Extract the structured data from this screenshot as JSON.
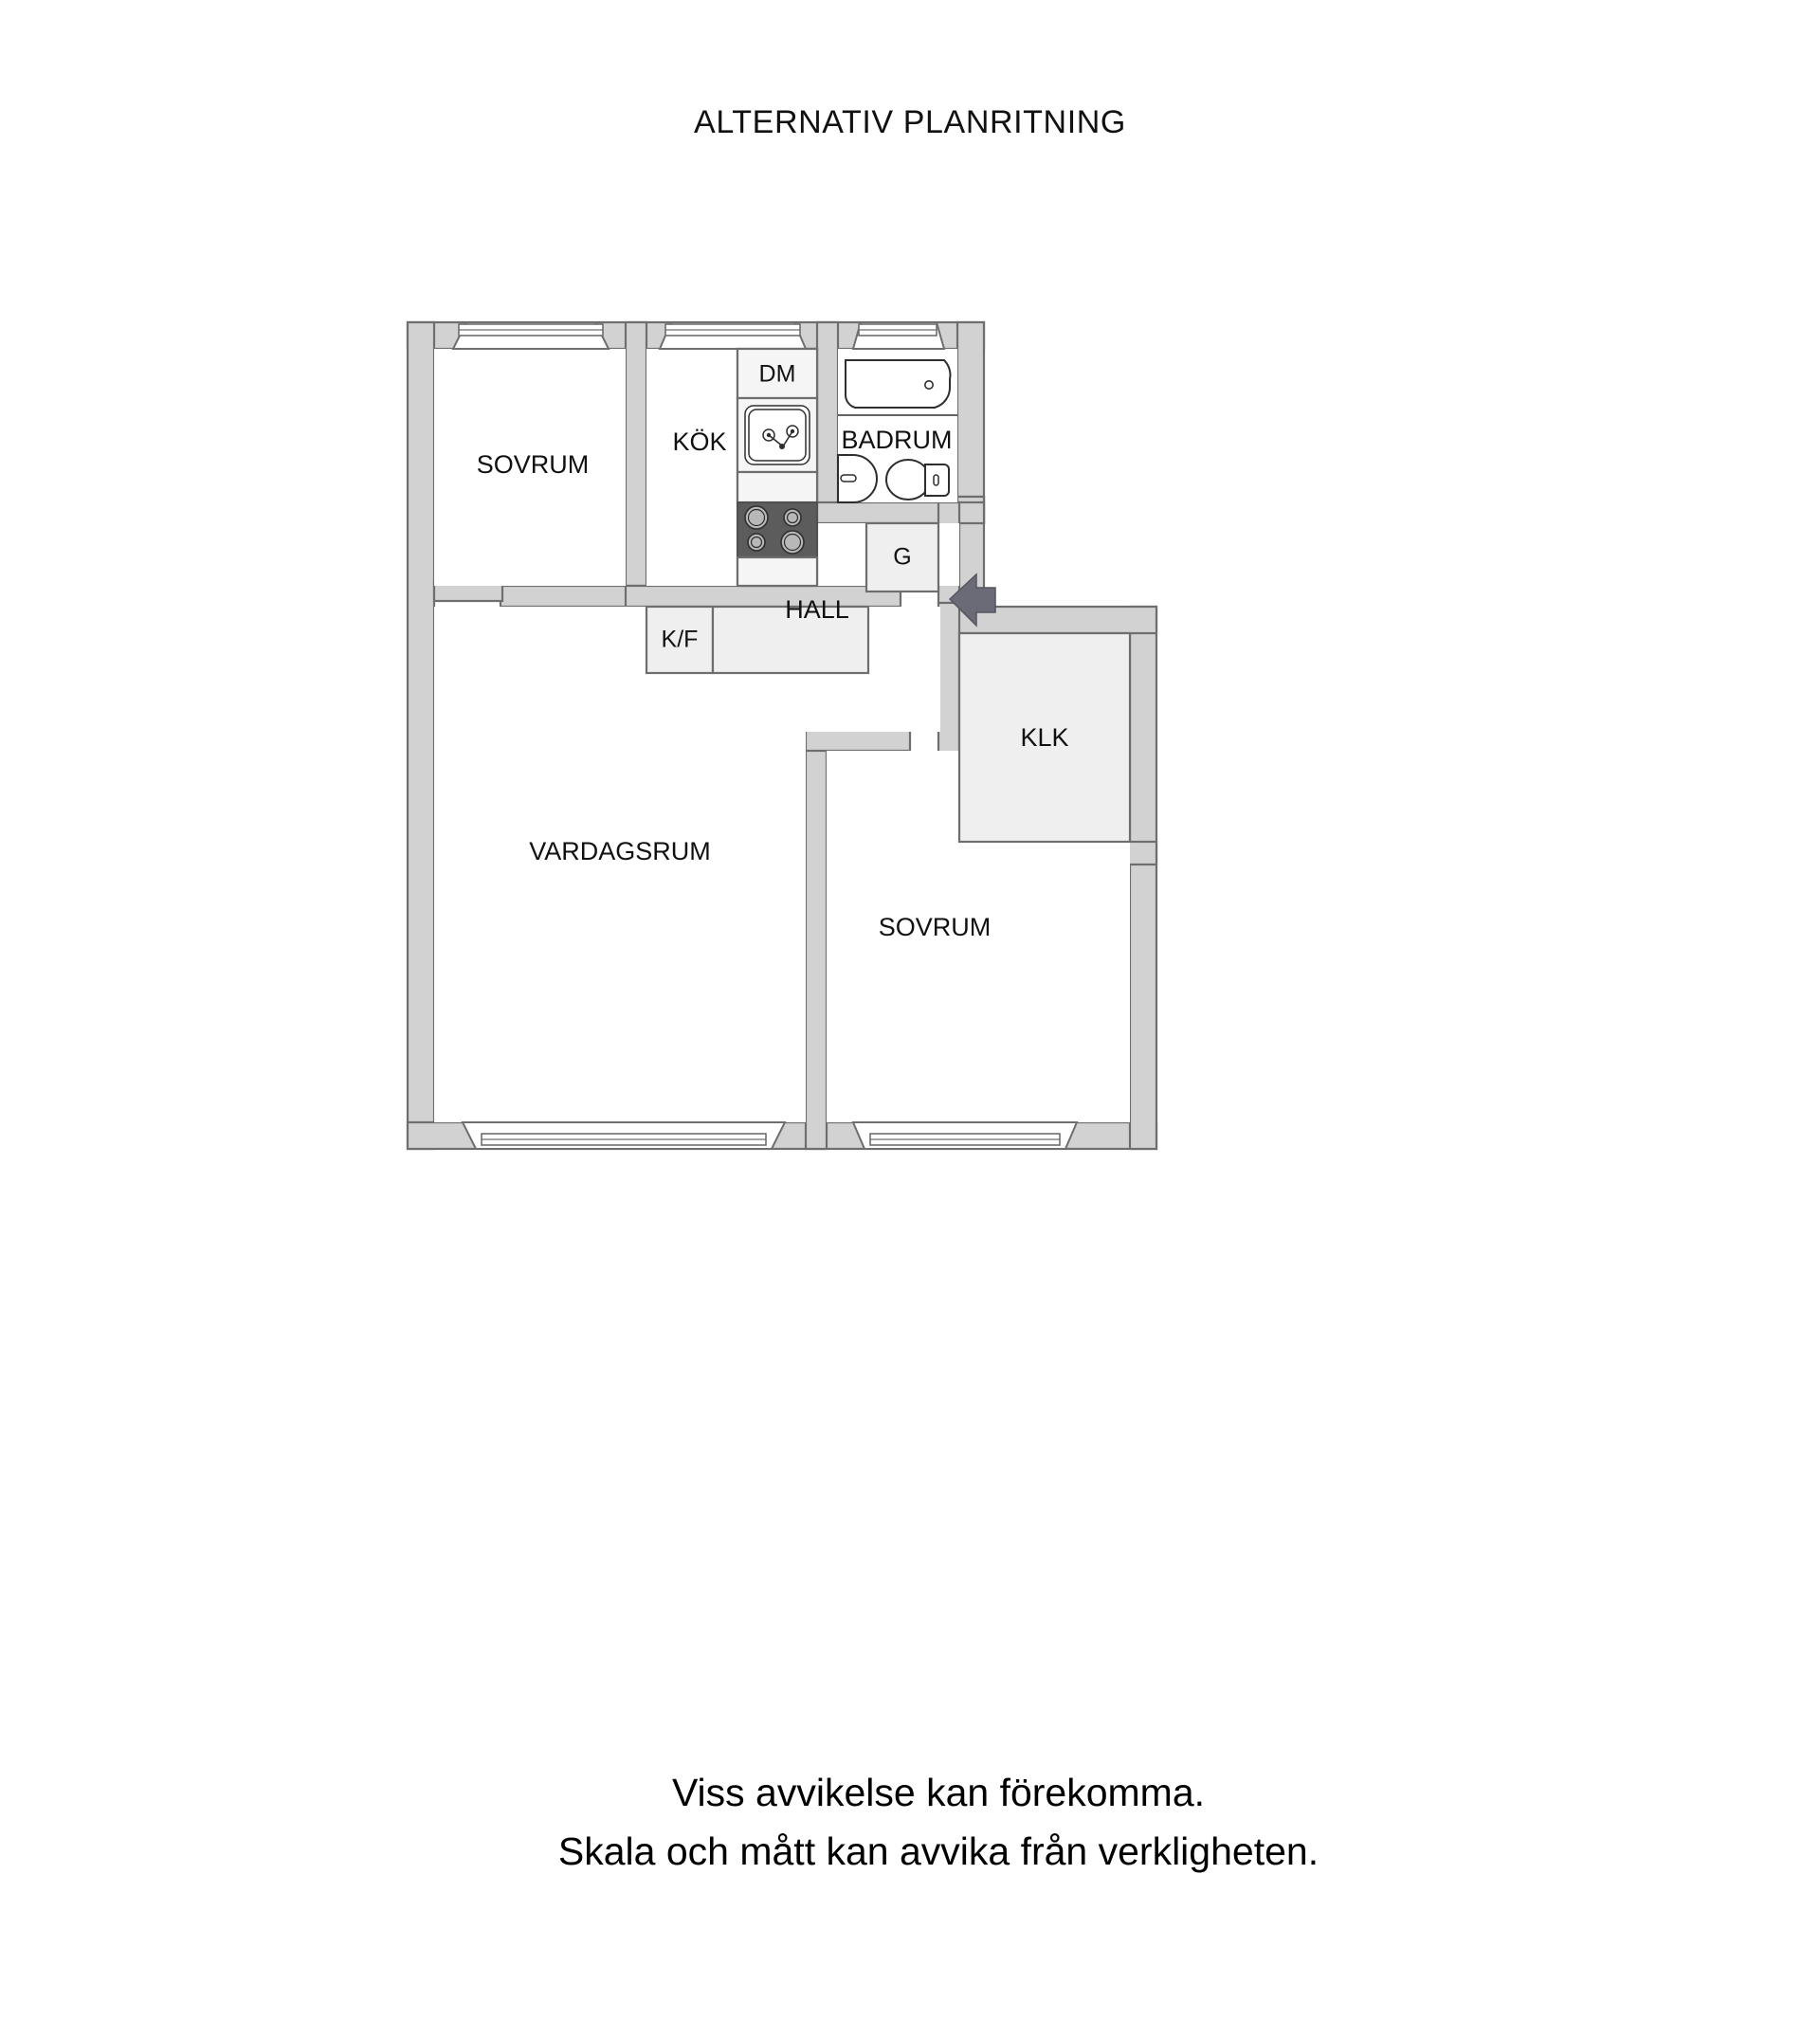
{
  "document": {
    "title": "ALTERNATIV PLANRITNING",
    "caption_line_1": "Viss avvikelse kan förekomma.",
    "caption_line_2": "Skala och mått kan avvika från verkligheten."
  },
  "floorplan": {
    "type": "apartment-floor-plan",
    "unit_label": "ALTERNATIV PLANRITNING",
    "colors": {
      "wall_fill": "#d2d2d2",
      "wall_stroke": "#6e6e6e",
      "room_fill": "#ffffff",
      "fixture_fill": "#efefef",
      "stove_fill": "#5c5c5c",
      "burner_fill": "#b8b8b8",
      "entry_arrow": "#6b6b77",
      "text": "#111111"
    },
    "rooms": [
      {
        "id": "sovrum-top",
        "label": "SOVRUM"
      },
      {
        "id": "kok",
        "label": "KÖK"
      },
      {
        "id": "badrum",
        "label": "BADRUM"
      },
      {
        "id": "hall",
        "label": "HALL"
      },
      {
        "id": "vardagsrum",
        "label": "VARDAGSRUM"
      },
      {
        "id": "sovrum-bottom",
        "label": "SOVRUM"
      }
    ],
    "fixtures": [
      {
        "id": "dm",
        "label": "DM",
        "meaning": "diskmaskin"
      },
      {
        "id": "kf",
        "label": "K/F",
        "meaning": "kyl/frys"
      },
      {
        "id": "g",
        "label": "G",
        "meaning": "garderob"
      },
      {
        "id": "klk",
        "label": "KLK",
        "meaning": "klädkammare"
      }
    ],
    "bathroom_fixtures": [
      "bathtub",
      "washbasin",
      "toilet"
    ],
    "kitchen_fixtures": [
      "dishwasher",
      "sink",
      "stove-four-burner",
      "counter"
    ],
    "windows_count": 5,
    "entry_marker": "entrance-arrow-pointing-left"
  }
}
